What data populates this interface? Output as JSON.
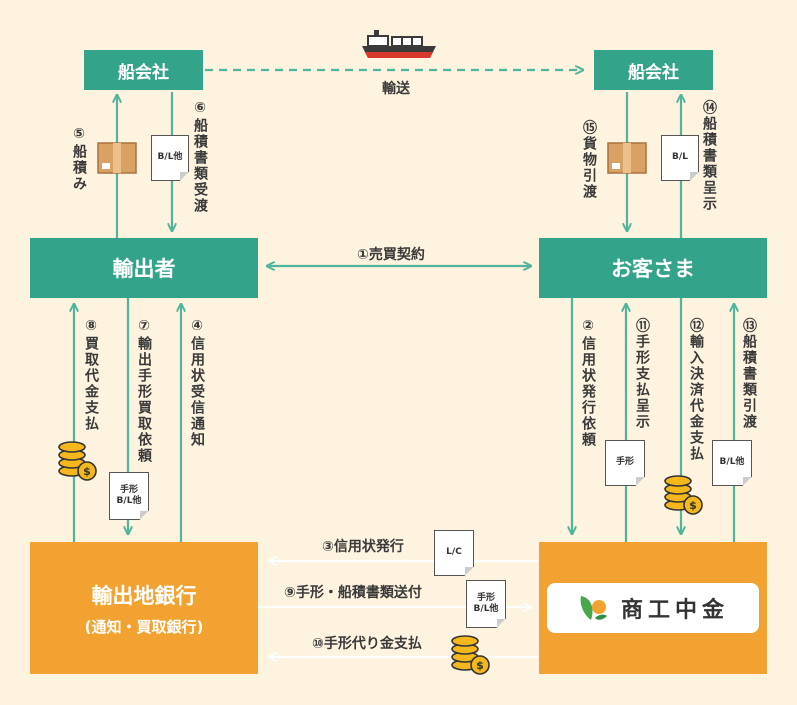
{
  "nodes": {
    "shipping_left": "船会社",
    "shipping_right": "船会社",
    "exporter": "輸出者",
    "customer": "お客さま",
    "export_bank_name": "輸出地銀行",
    "export_bank_sub": "(通知・買取銀行)",
    "shokochukin": "商工中金"
  },
  "edges": {
    "transport": "輸送",
    "step1": "①売買契約",
    "step2": "②信用状発行依頼",
    "step3": "③信用状発行",
    "step4": "④信用状受信通知",
    "step5": "⑤船積み",
    "step6": "⑥船積書類受渡",
    "step7": "⑦輸出手形買取依頼",
    "step8": "⑧買取代金支払",
    "step9": "⑨手形・船積書類送付",
    "step10": "⑩手形代り金支払",
    "step11": "⑪手形支払呈示",
    "step12": "⑫輸入決済代金支払",
    "step13": "⑬船積書類引渡",
    "step14": "⑭船積書類呈示",
    "step15": "⑮貨物引渡"
  },
  "documents": {
    "doc_bl_left_top": "B/L他",
    "doc_bl_right_top": "B/L",
    "doc_bill_bl_left_line1": "手形",
    "doc_bill_bl_left_line2": "B/L他",
    "doc_lc": "L/C",
    "doc_bill_bl_mid_line1": "手形",
    "doc_bill_bl_mid_line2": "B/L他",
    "doc_bill_right": "手形",
    "doc_bl_right_bottom": "B/L他"
  },
  "colors": {
    "background": "#fdf3de",
    "teal": "#33a48a",
    "orange": "#f2a230",
    "arrow_teal": "#4fb59c",
    "coin": "#f5b81c"
  }
}
